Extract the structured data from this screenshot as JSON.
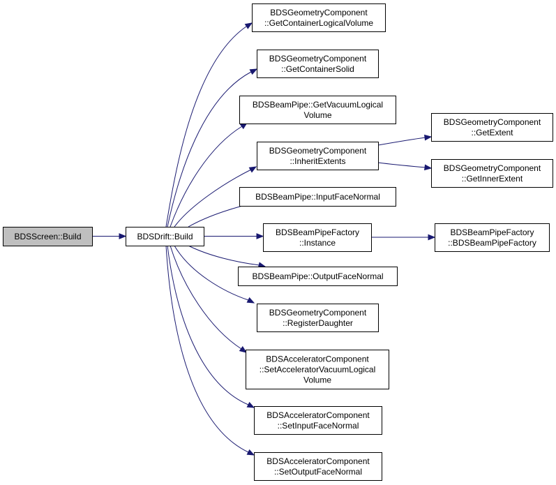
{
  "diagram": {
    "nodes": [
      {
        "id": "screen_build",
        "lines": [
          "BDSScreen::Build"
        ],
        "root": true
      },
      {
        "id": "drift_build",
        "lines": [
          "BDSDrift::Build"
        ]
      },
      {
        "id": "get_container_logical_volume",
        "lines": [
          "BDSGeometryComponent",
          "::GetContainerLogicalVolume"
        ]
      },
      {
        "id": "get_container_solid",
        "lines": [
          "BDSGeometryComponent",
          "::GetContainerSolid"
        ]
      },
      {
        "id": "get_vacuum_logical_volume",
        "lines": [
          "BDSBeamPipe::GetVacuumLogical",
          "Volume"
        ]
      },
      {
        "id": "inherit_extents",
        "lines": [
          "BDSGeometryComponent",
          "::InheritExtents"
        ]
      },
      {
        "id": "get_extent",
        "lines": [
          "BDSGeometryComponent",
          "::GetExtent"
        ]
      },
      {
        "id": "get_inner_extent",
        "lines": [
          "BDSGeometryComponent",
          "::GetInnerExtent"
        ]
      },
      {
        "id": "input_face_normal",
        "lines": [
          "BDSBeamPipe::InputFaceNormal"
        ]
      },
      {
        "id": "factory_instance",
        "lines": [
          "BDSBeamPipeFactory",
          "::Instance"
        ]
      },
      {
        "id": "factory_ctor",
        "lines": [
          "BDSBeamPipeFactory",
          "::BDSBeamPipeFactory"
        ]
      },
      {
        "id": "output_face_normal",
        "lines": [
          "BDSBeamPipe::OutputFaceNormal"
        ]
      },
      {
        "id": "register_daughter",
        "lines": [
          "BDSGeometryComponent",
          "::RegisterDaughter"
        ]
      },
      {
        "id": "set_accel_vacuum_lv",
        "lines": [
          "BDSAcceleratorComponent",
          "::SetAcceleratorVacuumLogical",
          "Volume"
        ]
      },
      {
        "id": "set_input_face_normal",
        "lines": [
          "BDSAcceleratorComponent",
          "::SetInputFaceNormal"
        ]
      },
      {
        "id": "set_output_face_normal",
        "lines": [
          "BDSAcceleratorComponent",
          "::SetOutputFaceNormal"
        ]
      }
    ],
    "edges": [
      {
        "from": "screen_build",
        "to": "drift_build"
      },
      {
        "from": "drift_build",
        "to": "get_container_logical_volume"
      },
      {
        "from": "drift_build",
        "to": "get_container_solid"
      },
      {
        "from": "drift_build",
        "to": "get_vacuum_logical_volume"
      },
      {
        "from": "drift_build",
        "to": "inherit_extents"
      },
      {
        "from": "drift_build",
        "to": "input_face_normal"
      },
      {
        "from": "drift_build",
        "to": "factory_instance"
      },
      {
        "from": "drift_build",
        "to": "output_face_normal"
      },
      {
        "from": "drift_build",
        "to": "register_daughter"
      },
      {
        "from": "drift_build",
        "to": "set_accel_vacuum_lv"
      },
      {
        "from": "drift_build",
        "to": "set_input_face_normal"
      },
      {
        "from": "drift_build",
        "to": "set_output_face_normal"
      },
      {
        "from": "inherit_extents",
        "to": "get_extent"
      },
      {
        "from": "inherit_extents",
        "to": "get_inner_extent"
      },
      {
        "from": "factory_instance",
        "to": "factory_ctor"
      }
    ],
    "colors": {
      "edge": "#191970",
      "root_fill": "#bfbfbf",
      "node_fill": "#ffffff",
      "border": "#000000"
    }
  }
}
